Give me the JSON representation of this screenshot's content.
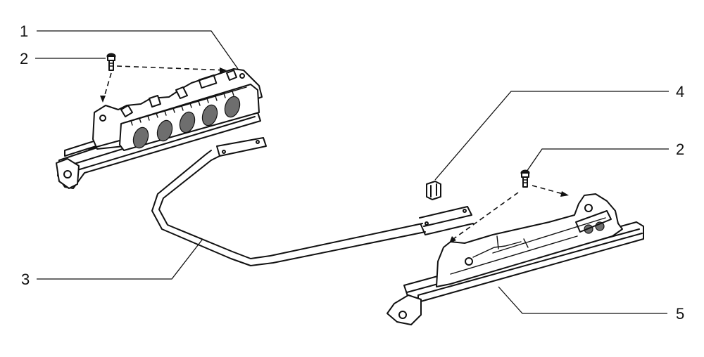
{
  "diagram": {
    "callouts": [
      {
        "id": "1",
        "label": "1",
        "part": "left-seat-rail-with-adjuster"
      },
      {
        "id": "2a",
        "label": "2",
        "part": "bolt"
      },
      {
        "id": "3",
        "label": "3",
        "part": "adjuster-tie-bar"
      },
      {
        "id": "4",
        "label": "4",
        "part": "clip"
      },
      {
        "id": "2b",
        "label": "2",
        "part": "bolt"
      },
      {
        "id": "5",
        "label": "5",
        "part": "right-seat-rail"
      }
    ]
  }
}
